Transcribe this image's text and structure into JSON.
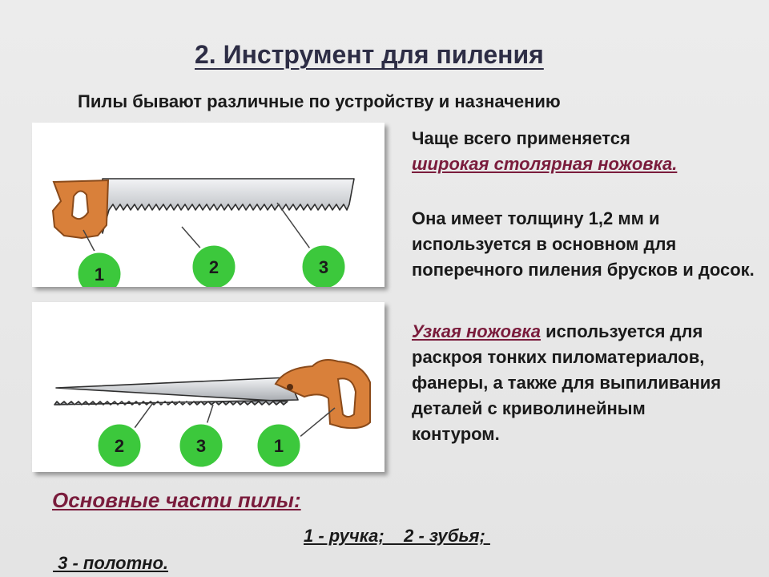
{
  "title": "2. Инструмент для пиления",
  "subtitle": "Пилы бывают различные по устройству и назначению",
  "wide_saw": {
    "intro": "Чаще всего применяется",
    "name": "широкая столярная ножовка.",
    "description": "Она имеет толщину 1,2 мм и используется в основном для поперечного пиления брусков и досок.",
    "badges": [
      "1",
      "2",
      "3"
    ]
  },
  "narrow_saw": {
    "name": "Узкая ножовка",
    "description": " используется для раскроя тонких пиломатериалов, фанеры, а также для выпиливания деталей с криволинейным контуром.",
    "badges": [
      "2",
      "3",
      "1"
    ]
  },
  "parts": {
    "heading": "Основные части пилы:",
    "line1": "1 - ручка;    2 - зубья; ",
    "line2": " 3 - полотно."
  },
  "colors": {
    "accent": "#7a1c3c",
    "handle": "#d9803a",
    "handle_outline": "#8a4a1a",
    "blade": "#c6c8cc",
    "badge": "#3cc83c"
  },
  "icons": {
    "wide_saw": "wide-handsaw-icon",
    "narrow_saw": "keyhole-saw-icon"
  }
}
